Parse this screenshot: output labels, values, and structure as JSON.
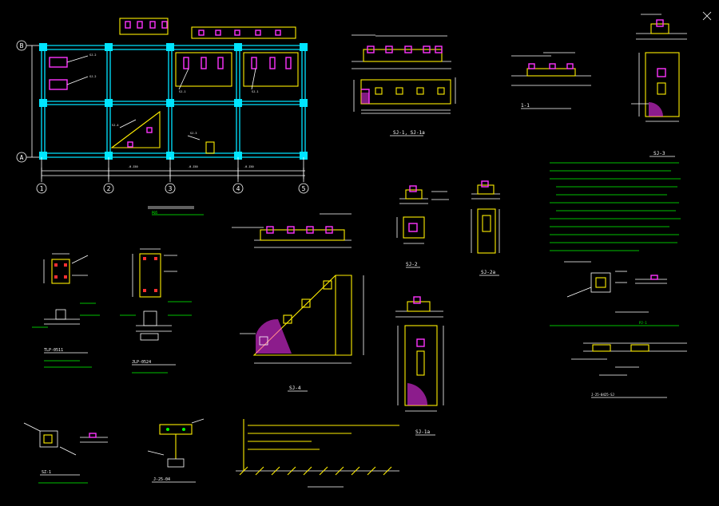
{
  "plan": {
    "axes_x": [
      "1",
      "2",
      "3",
      "4",
      "5"
    ],
    "axes_y": [
      "B",
      "A"
    ]
  },
  "titles": {
    "sj1": "SJ-1, SJ-1a",
    "section_11": "1-1",
    "sj3": "SJ-3",
    "sj4": "SJ-4",
    "sj2": "SJ-2",
    "sj2a": "SJ-2a",
    "sj1a": "SJ-1a",
    "plan_sub": "P05",
    "tlp": "TLP-0511",
    "jlp": "JLP-0524",
    "sz1": "SZ-1",
    "j25": "J-25-04",
    "pj": "PJ-1",
    "jeq": "J-25-0425-SJ"
  },
  "colors": {
    "background": "#000000",
    "line": "#ffffff",
    "grid": "#00e5ff",
    "outline": "#ffee00",
    "note": "#00ff00",
    "hatch": "#ff33ff"
  }
}
